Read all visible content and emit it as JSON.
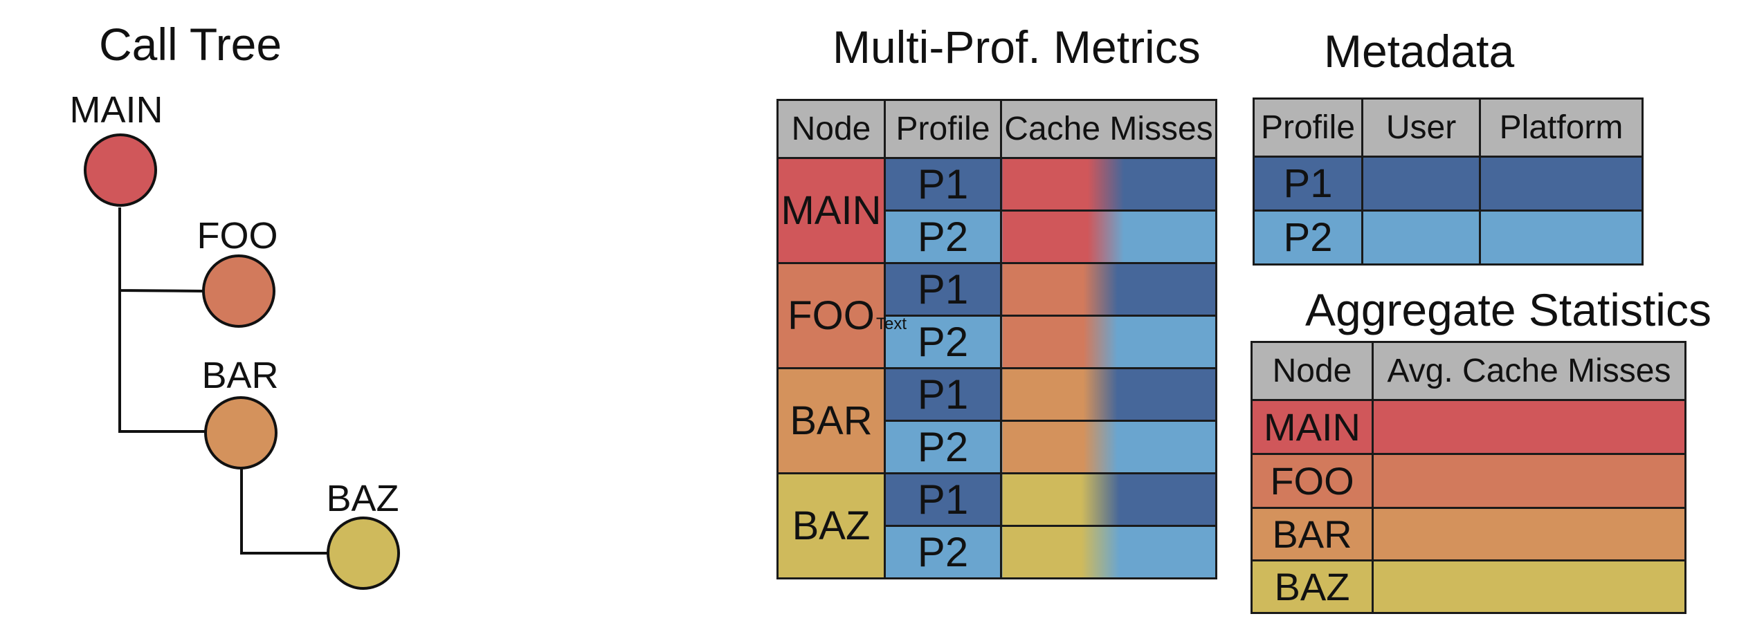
{
  "call_tree": {
    "title": "Call Tree",
    "nodes": [
      {
        "id": "main",
        "label": "MAIN",
        "color": "#d0575a"
      },
      {
        "id": "foo",
        "label": "FOO",
        "color": "#d27a5c"
      },
      {
        "id": "bar",
        "label": "BAR",
        "color": "#d4925c"
      },
      {
        "id": "baz",
        "label": "BAZ",
        "color": "#cfba5c"
      }
    ],
    "edges": [
      [
        "main",
        "foo"
      ],
      [
        "main",
        "bar"
      ],
      [
        "bar",
        "baz"
      ]
    ]
  },
  "multi_prof": {
    "title": "Multi-Prof. Metrics",
    "headers": [
      "Node",
      "Profile",
      "Cache Misses"
    ],
    "groups": [
      {
        "node": "MAIN",
        "profiles": [
          "P1",
          "P2"
        ]
      },
      {
        "node": "FOO",
        "profiles": [
          "P1",
          "P2"
        ]
      },
      {
        "node": "BAR",
        "profiles": [
          "P1",
          "P2"
        ]
      },
      {
        "node": "BAZ",
        "profiles": [
          "P1",
          "P2"
        ]
      }
    ],
    "stray_text": "Text"
  },
  "metadata": {
    "title": "Metadata",
    "headers": [
      "Profile",
      "User",
      "Platform"
    ],
    "rows": [
      [
        "P1",
        "",
        ""
      ],
      [
        "P2",
        "",
        ""
      ]
    ]
  },
  "aggregate": {
    "title": "Aggregate Statistics",
    "headers": [
      "Node",
      "Avg. Cache Misses"
    ],
    "rows": [
      "MAIN",
      "FOO",
      "BAR",
      "BAZ"
    ]
  },
  "colors": {
    "main": "#d0575a",
    "foo": "#d27a5c",
    "bar": "#d4925c",
    "baz": "#cfba5c",
    "p1": "#46679a",
    "p2": "#6aa5cf",
    "header": "#b4b4b4"
  }
}
